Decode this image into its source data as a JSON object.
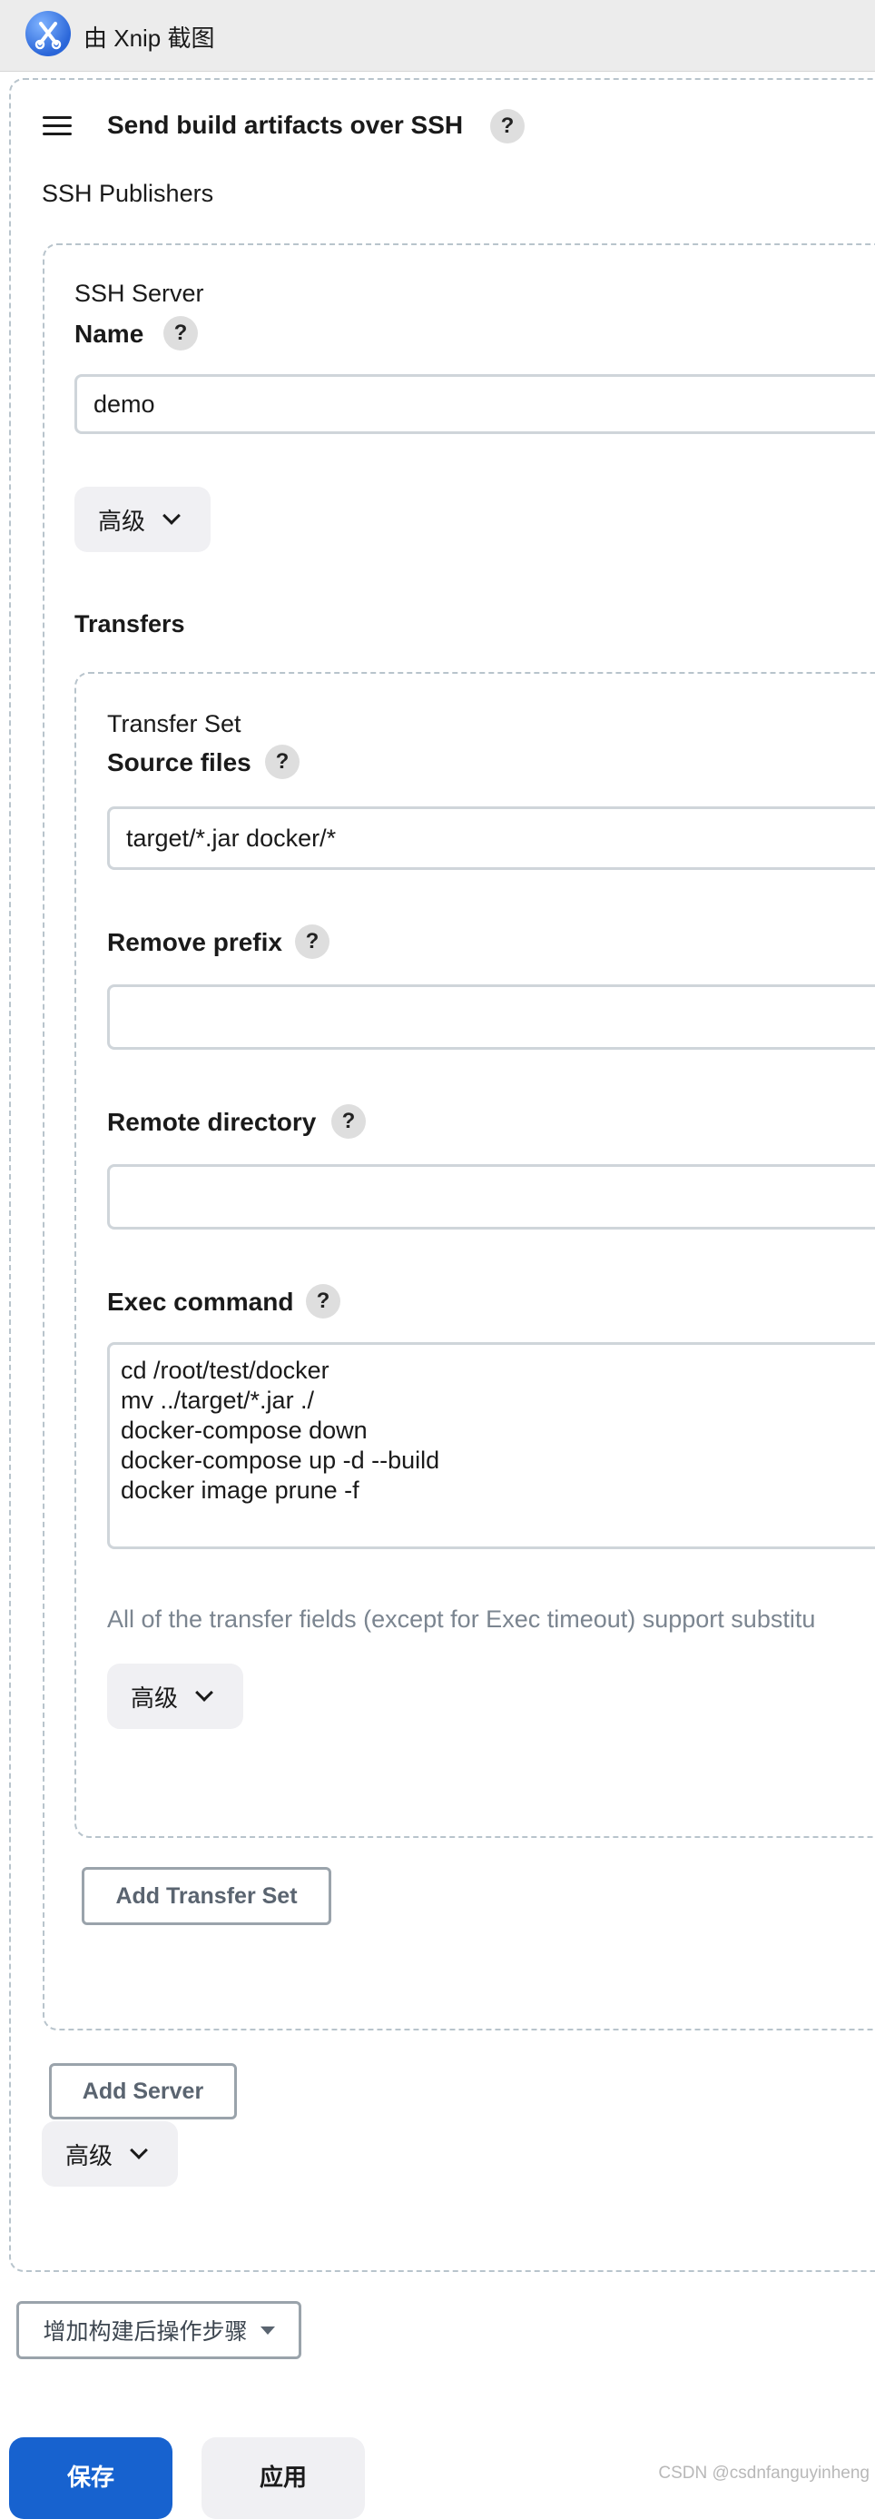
{
  "titlebar": {
    "text": "由 Xnip 截图"
  },
  "section": {
    "title": "Send build artifacts over SSH",
    "help": "?",
    "publishers_label": "SSH Publishers"
  },
  "server": {
    "heading": "SSH Server",
    "name_label": "Name",
    "name_help": "?",
    "name_value": "demo",
    "advanced_label": "高级"
  },
  "transfers": {
    "label": "Transfers",
    "set_heading": "Transfer Set",
    "source_files_label": "Source files",
    "source_files_help": "?",
    "source_files_value": "target/*.jar docker/*",
    "remove_prefix_label": "Remove prefix",
    "remove_prefix_help": "?",
    "remove_prefix_value": "",
    "remote_directory_label": "Remote directory",
    "remote_directory_help": "?",
    "remote_directory_value": "",
    "exec_command_label": "Exec command",
    "exec_command_help": "?",
    "exec_command_value": "cd /root/test/docker\nmv ../target/*.jar ./\ndocker-compose down\ndocker-compose up -d --build\ndocker image prune -f",
    "hint": "All of the transfer fields (except for Exec timeout) support substitu",
    "advanced_label": "高级",
    "add_transfer_set_label": "Add Transfer Set"
  },
  "publishers": {
    "add_server_label": "Add Server",
    "advanced_label": "高级"
  },
  "post_build": {
    "add_step_label": "增加构建后操作步骤"
  },
  "footer": {
    "save_label": "保存",
    "apply_label": "应用",
    "watermark": "CSDN @csdnfanguyinheng"
  },
  "colors": {
    "accent": "#1762cf",
    "border_dashed": "#b8c4cc",
    "pill_bg": "#f0f0f3"
  }
}
